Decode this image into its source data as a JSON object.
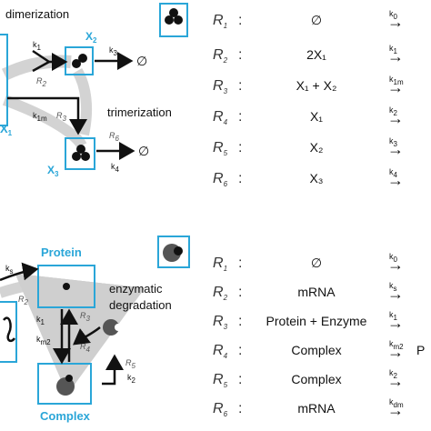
{
  "colors": {
    "accent": "#2aa6d8",
    "species_dark": "#111111",
    "flux_gray": "#cfcfcf",
    "particle_gray": "#555555"
  },
  "top": {
    "process_labels": {
      "dimerization": "dimerization",
      "trimerization": "trimerization"
    },
    "species": [
      {
        "letter": "X",
        "index": "2"
      },
      {
        "letter": "X",
        "index": "1"
      },
      {
        "letter": "X",
        "index": "3"
      }
    ],
    "rate_labels": {
      "k1": [
        "k",
        "1"
      ],
      "k3": [
        "k",
        "3"
      ],
      "k1m": [
        "k",
        "1m"
      ],
      "k4": [
        "k",
        "4"
      ]
    },
    "reaction_tags": {
      "R2": [
        "R",
        "2"
      ],
      "R3": [
        "R",
        "3"
      ],
      "R6": [
        "R",
        "6"
      ]
    },
    "null_symbol": "∅",
    "reactions": [
      {
        "r": "R",
        "i": "1",
        "expr": "∅",
        "k": "k",
        "ki": "0"
      },
      {
        "r": "R",
        "i": "2",
        "expr": "2X₁",
        "k": "k",
        "ki": "1"
      },
      {
        "r": "R",
        "i": "3",
        "expr": "X₁ + X₂",
        "k": "k",
        "ki": "1m"
      },
      {
        "r": "R",
        "i": "4",
        "expr": "X₁",
        "k": "k",
        "ki": "2"
      },
      {
        "r": "R",
        "i": "5",
        "expr": "X₂",
        "k": "k",
        "ki": "3"
      },
      {
        "r": "R",
        "i": "6",
        "expr": "X₃",
        "k": "k",
        "ki": "4"
      }
    ]
  },
  "bottom": {
    "process_labels": {
      "enzymatic_line1": "enzymatic",
      "enzymatic_line2": "degradation"
    },
    "species": {
      "protein": "Protein",
      "complex": "Complex"
    },
    "rate_labels": {
      "ks": [
        "k",
        "s"
      ],
      "k1": [
        "k",
        "1"
      ],
      "km2": [
        "k",
        "m2"
      ],
      "k2": [
        "k",
        "2"
      ]
    },
    "reaction_tags": {
      "R2": [
        "R",
        "2"
      ],
      "R3": [
        "R",
        "3"
      ],
      "R4": [
        "R",
        "4"
      ],
      "R5": [
        "R",
        "5"
      ]
    },
    "reactions": [
      {
        "r": "R",
        "i": "1",
        "expr": "∅",
        "k": "k",
        "ki": "0",
        "product": ""
      },
      {
        "r": "R",
        "i": "2",
        "expr": "mRNA",
        "k": "k",
        "ki": "s",
        "product": ""
      },
      {
        "r": "R",
        "i": "3",
        "expr": "Protein + Enzyme",
        "k": "k",
        "ki": "1",
        "product": ""
      },
      {
        "r": "R",
        "i": "4",
        "expr": "Complex",
        "k": "k",
        "ki": "m2",
        "product": "P"
      },
      {
        "r": "R",
        "i": "5",
        "expr": "Complex",
        "k": "k",
        "ki": "2",
        "product": ""
      },
      {
        "r": "R",
        "i": "6",
        "expr": "mRNA",
        "k": "k",
        "ki": "dm",
        "product": ""
      }
    ]
  },
  "symbols": {
    "colon": ":",
    "arrow": "→"
  }
}
